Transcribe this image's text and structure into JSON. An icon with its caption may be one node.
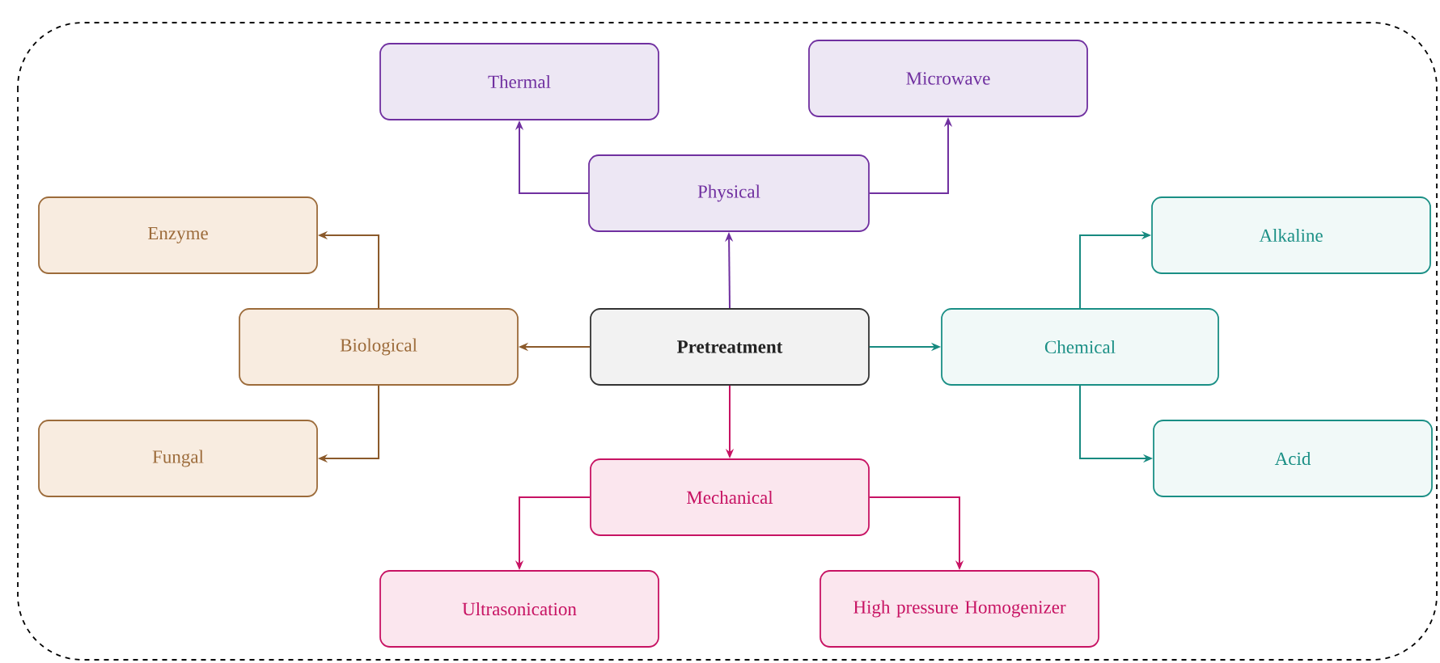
{
  "diagram": {
    "nodes": [
      {
        "text": [
          "Pretreatment"
        ]
      },
      {
        "text": [
          "Physical"
        ]
      },
      {
        "text": [
          "Thermal"
        ]
      },
      {
        "text": [
          "Microwave"
        ]
      },
      {
        "text": [
          "Biological"
        ]
      },
      {
        "text": [
          "Enzyme"
        ]
      },
      {
        "text": [
          "Fungal"
        ]
      },
      {
        "text": [
          "Chemical"
        ]
      },
      {
        "text": [
          "Alkaline"
        ]
      },
      {
        "text": [
          "Acid"
        ]
      },
      {
        "text": [
          "Mechanical"
        ]
      },
      {
        "text": [
          "Ultrasonication"
        ]
      },
      {
        "text": [
          "High pressure Homogenizer"
        ]
      }
    ],
    "edges": [
      {
        "from": 0,
        "to": 1,
        "arrow": "to",
        "color": "#7030a0"
      },
      {
        "from": 1,
        "to": 2,
        "arrow": "to",
        "color": "#7030a0"
      },
      {
        "from": 1,
        "to": 3,
        "arrow": "to",
        "color": "#7030a0"
      },
      {
        "from": 0,
        "to": 4,
        "arrow": "to",
        "color": "#8b5a2b"
      },
      {
        "from": 4,
        "to": 5,
        "arrow": "to",
        "color": "#8b5a2b"
      },
      {
        "from": 4,
        "to": 6,
        "arrow": "to",
        "color": "#8b5a2b"
      },
      {
        "from": 0,
        "to": 7,
        "arrow": "to",
        "color": "#178a80"
      },
      {
        "from": 7,
        "to": 8,
        "arrow": "to",
        "color": "#178a80"
      },
      {
        "from": 7,
        "to": 9,
        "arrow": "to",
        "color": "#178a80"
      },
      {
        "from": 0,
        "to": 10,
        "arrow": "to",
        "color": "#c71363"
      },
      {
        "from": 10,
        "to": 11,
        "arrow": "to",
        "color": "#c71363"
      },
      {
        "from": 10,
        "to": 12,
        "arrow": "to",
        "color": "#c71363"
      }
    ]
  }
}
